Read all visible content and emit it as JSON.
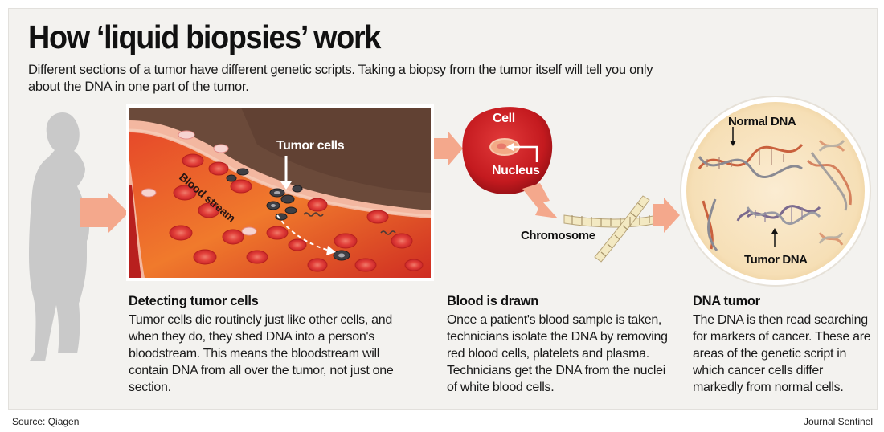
{
  "title": "How ‘liquid biopsies’ work",
  "intro": "Different sections of a tumor have different genetic scripts. Taking a biopsy from the tumor itself will tell you only about the DNA in one part of the tumor.",
  "labels": {
    "tumor_cells": "Tumor cells",
    "blood_stream": "Blood stream",
    "cell": "Cell",
    "nucleus": "Nucleus",
    "chromosome": "Chromosome",
    "normal_dna": "Normal DNA",
    "tumor_dna": "Tumor DNA"
  },
  "sections": [
    {
      "title": "Detecting tumor cells",
      "text": "Tumor cells die routinely just like other cells, and when they do, they shed DNA into a person's bloodstream. This means the bloodstream will contain DNA from all over the tumor, not just one section."
    },
    {
      "title": "Blood is drawn",
      "text": "Once a patient's blood sample is taken, technicians isolate the DNA by removing red blood cells, platelets and plasma. Technicians get the DNA from the nuclei of white blood cells."
    },
    {
      "title": "DNA tumor",
      "text": "The DNA is then read searching for markers of cancer. These are areas of the genetic script in which cancer cells differ markedly from normal cells."
    }
  ],
  "footer": {
    "source": "Source: Qiagen",
    "credit": "Journal Sentinel"
  },
  "colors": {
    "arrow": "#f4a88c",
    "blood_red": "#d8262a",
    "vessel_bg": "#6b4a3a",
    "silhouette": "#c9c9c9"
  }
}
